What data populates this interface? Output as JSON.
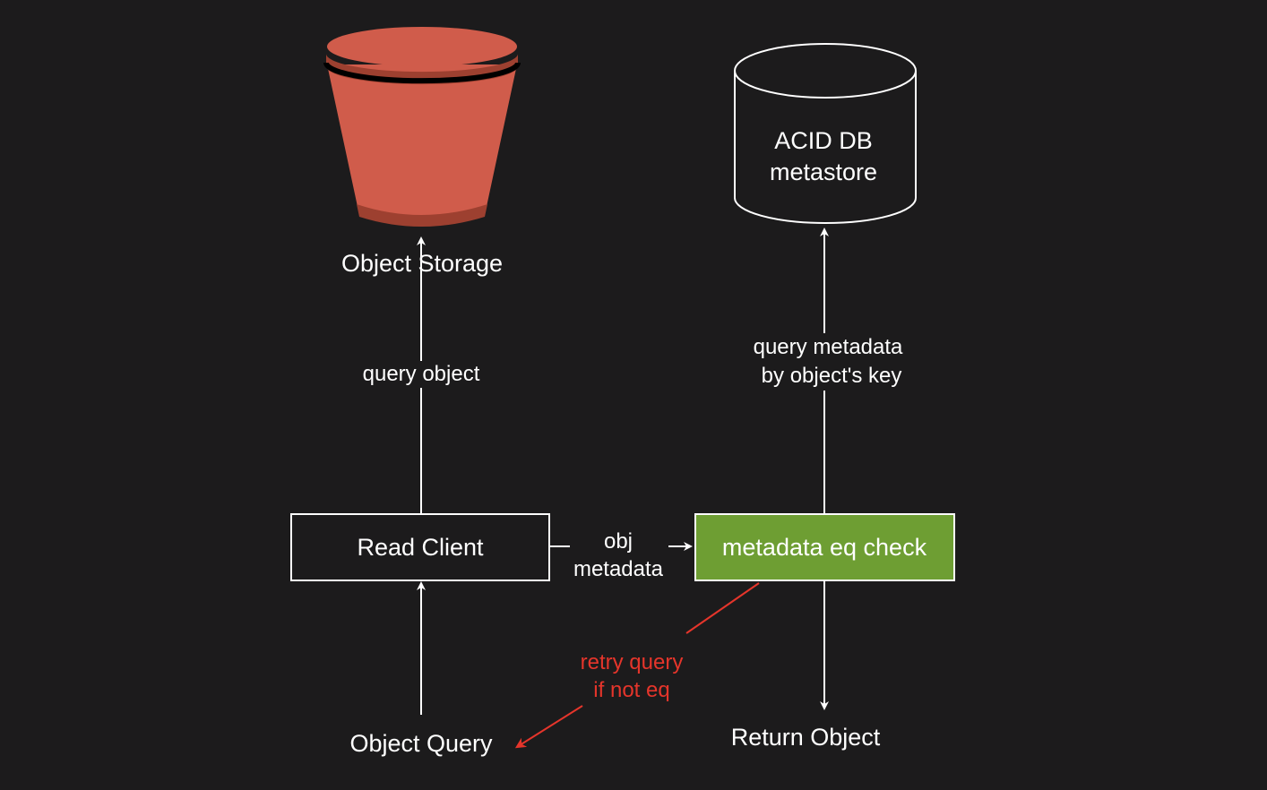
{
  "diagram": {
    "nodes": {
      "object_storage": {
        "label": "Object Storage",
        "color": "#d05c4b"
      },
      "acid_db": {
        "line1": "ACID DB",
        "line2": "metastore"
      },
      "read_client": {
        "label": "Read Client"
      },
      "eq_check": {
        "label": "metadata eq check",
        "color": "#6e9e33"
      },
      "object_query": {
        "label": "Object Query"
      },
      "return_object": {
        "label": "Return Object"
      }
    },
    "edges": {
      "query_object": {
        "label": "query object"
      },
      "obj_metadata": {
        "line1": "obj",
        "line2": "metadata"
      },
      "query_metadata": {
        "line1": "query metadata",
        "line2": "by object's key"
      },
      "retry": {
        "line1": "retry query",
        "line2": "if not eq",
        "color": "#e5352b"
      }
    }
  }
}
